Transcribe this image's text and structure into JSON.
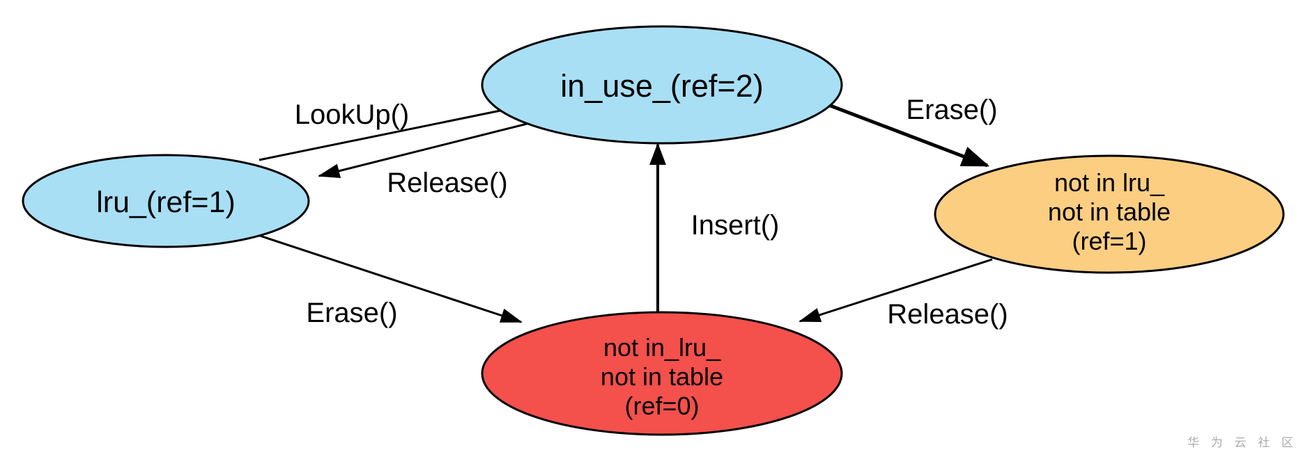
{
  "diagram": {
    "title_hint": "LRU cache handle state transition diagram",
    "colors": {
      "node_blue": "#a8dff5",
      "node_orange": "#fbce82",
      "node_red": "#f4504c",
      "line_black": "#000000",
      "watermark_gray": "#ababab"
    },
    "nodes": {
      "in_use": {
        "label": "in_use_(ref=2)",
        "fill": "#a8dff5"
      },
      "lru": {
        "label": "lru_(ref=1)",
        "fill": "#a8dff5"
      },
      "not_in_table_ref1": {
        "line1": "not in lru_",
        "line2": "not in table",
        "line3": "(ref=1)",
        "fill": "#fbce82"
      },
      "not_in_table_ref0": {
        "line1": "not in_lru_",
        "line2": "not in table",
        "line3": "(ref=0)",
        "fill": "#f4504c"
      }
    },
    "edges": {
      "lookup": {
        "label": "LookUp()",
        "from": "lru",
        "to": "in_use"
      },
      "release_top": {
        "label": "Release()",
        "from": "in_use",
        "to": "lru"
      },
      "erase_top": {
        "label": "Erase()",
        "from": "in_use",
        "to": "not_in_table_ref1"
      },
      "insert": {
        "label": "Insert()",
        "from": "not_in_table_ref0",
        "to": "in_use"
      },
      "erase_bottom": {
        "label": "Erase()",
        "from": "lru",
        "to": "not_in_table_ref0"
      },
      "release_bottom": {
        "label": "Release()",
        "from": "not_in_table_ref1",
        "to": "not_in_table_ref0"
      }
    },
    "watermark": {
      "text": "华 为 云 社 区"
    }
  }
}
